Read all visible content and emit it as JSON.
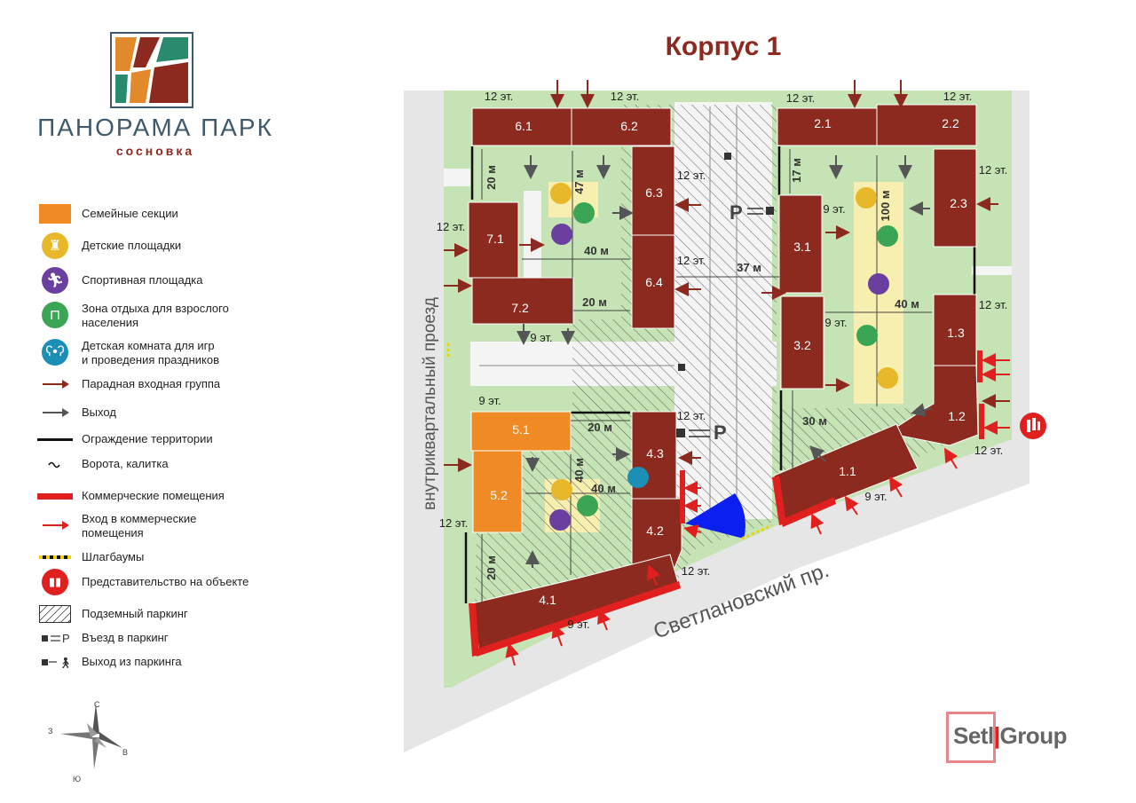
{
  "brand": {
    "name": "ПАНОРАМА ПАРК",
    "subtitle": "сосновка",
    "logo_colors": [
      "#e2892b",
      "#8c2a1f",
      "#2a8a6e"
    ]
  },
  "title": "Корпус 1",
  "legend": [
    {
      "icon": "orange-square",
      "label": "Семейные секции"
    },
    {
      "icon": "playground-icon",
      "label": "Детские площадки"
    },
    {
      "icon": "sports-icon",
      "label": "Спортивная площадка"
    },
    {
      "icon": "bench-icon",
      "label": "Зона отдыха для взрослого\nнаселения"
    },
    {
      "icon": "teddy-icon",
      "label": "Детская комната для игр\nи проведения праздников"
    },
    {
      "icon": "entrance-arrow-icon",
      "label": "Парадная входная группа"
    },
    {
      "icon": "exit-arrow-icon",
      "label": "Выход"
    },
    {
      "icon": "fence-line",
      "label": "Ограждение территории"
    },
    {
      "icon": "gate-icon",
      "label": "Ворота, калитка"
    },
    {
      "icon": "commercial-bar",
      "label": "Коммерческие помещения"
    },
    {
      "icon": "commercial-arrow-icon",
      "label": "Вход в коммерческие\nпомещения"
    },
    {
      "icon": "barrier-icon",
      "label": "Шлагбаумы"
    },
    {
      "icon": "office-icon",
      "label": "Представительство на объекте"
    },
    {
      "icon": "hatch-square",
      "label": "Подземный паркинг"
    },
    {
      "icon": "parking-entry-icon",
      "label": "Въезд в паркинг"
    },
    {
      "icon": "parking-exit-icon",
      "label": "Выход из паркинга"
    }
  ],
  "buildings": [
    "6.1",
    "6.2",
    "6.3",
    "6.4",
    "7.1",
    "7.2",
    "2.1",
    "2.2",
    "2.3",
    "3.1",
    "3.2",
    "1.3",
    "1.2",
    "1.1",
    "5.1",
    "5.2",
    "4.3",
    "4.2",
    "4.1"
  ],
  "floor_labels": {
    "f12": "12 эт.",
    "f9": "9 эт."
  },
  "dimensions": [
    "20 м",
    "47 м",
    "40 м",
    "20 м",
    "37 м",
    "17 м",
    "100 м",
    "40 м",
    "30 м",
    "20 м",
    "40 м",
    "40 м",
    "20 м"
  ],
  "roads": {
    "svetlanovsky": "Светлановский пр.",
    "internal": "внутриквартальный проезд"
  },
  "parking_letter": "P",
  "compass": {
    "n": "С",
    "s": "Ю",
    "w": "З",
    "e": "В"
  },
  "setl": {
    "a": "Setl",
    "b": "Group"
  },
  "colors": {
    "building": "#8c2a1f",
    "family_sections": "#f08a24",
    "green": "#c5e3b5",
    "commercial": "#e0201f",
    "title": "#8c2a1f",
    "playground": "#e6b82a",
    "sports": "#6a3fa0",
    "bench": "#3aa655",
    "teddy": "#1b8fb5",
    "view_sector": "#0a1ff0"
  }
}
